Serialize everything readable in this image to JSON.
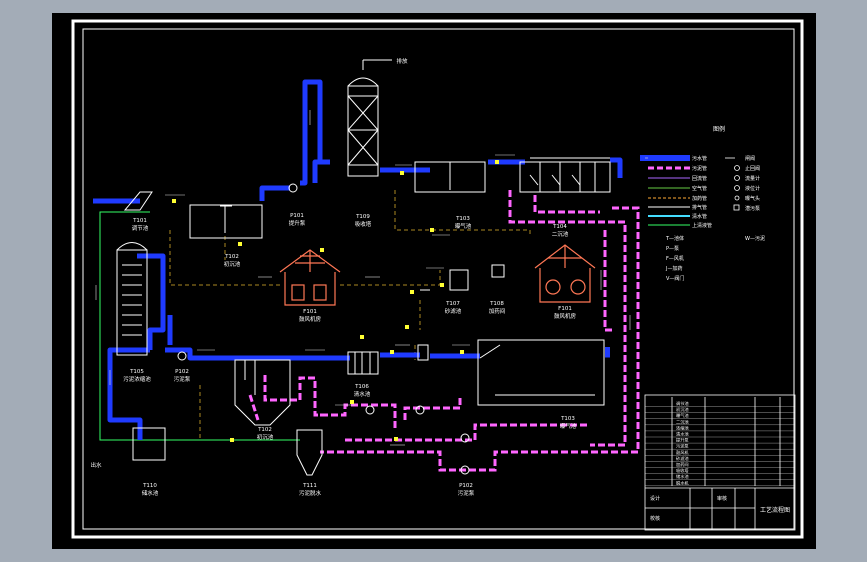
{
  "colors": {
    "background": "#a3acb7",
    "canvas": "#000000",
    "frame": "#ffffff",
    "water_pipe": "#1f3bff",
    "sludge_pipe": "#ff66ff",
    "air_pipe": "#00ff66",
    "chemical_pipe": "#ffaa33",
    "label": "#ffffff",
    "equipment": "#ffffff",
    "building": "#ff7755",
    "valve": "#ffff33"
  },
  "labels": {
    "exhaust": "排放",
    "right_tank_title": "图例",
    "drawing_title": "工艺流程图",
    "effluent": "出水"
  },
  "units": [
    {
      "code": "T101",
      "name": "调节池"
    },
    {
      "code": "T102",
      "name": "初沉池"
    },
    {
      "code": "T103",
      "name": "曝气池"
    },
    {
      "code": "T104",
      "name": "二沉池"
    },
    {
      "code": "T105",
      "name": "污泥浓缩池"
    },
    {
      "code": "T106",
      "name": "清水池"
    },
    {
      "code": "P101",
      "name": "提升泵"
    },
    {
      "code": "P102",
      "name": "污泥泵"
    },
    {
      "code": "F101",
      "name": "鼓风机房"
    },
    {
      "code": "T107",
      "name": "砂滤池"
    },
    {
      "code": "T108",
      "name": "加药间"
    },
    {
      "code": "T109",
      "name": "吸收塔"
    },
    {
      "code": "T110",
      "name": "储水池"
    },
    {
      "code": "T111",
      "name": "污泥脱水"
    }
  ],
  "legend": {
    "lines": [
      {
        "label": "污水管",
        "kind": "water"
      },
      {
        "label": "污泥管",
        "kind": "sludge"
      },
      {
        "label": "回流管",
        "kind": "sludge"
      },
      {
        "label": "空气管",
        "kind": "air"
      },
      {
        "label": "加药管",
        "kind": "chemical"
      },
      {
        "label": "排气管",
        "kind": "exhaust"
      },
      {
        "label": "清水管",
        "kind": "clean"
      },
      {
        "label": "上清液管",
        "kind": "air"
      }
    ],
    "symbols": [
      {
        "label": "闸阀"
      },
      {
        "label": "止回阀"
      },
      {
        "label": "流量计"
      },
      {
        "label": "液位计"
      },
      {
        "label": "曝气头"
      },
      {
        "label": "潜污泵"
      }
    ],
    "codes": [
      {
        "label": "T—池体"
      },
      {
        "label": "P—泵"
      },
      {
        "label": "F—风机"
      },
      {
        "label": "J—加药"
      },
      {
        "label": "V—阀门"
      },
      {
        "label": "W—污泥"
      }
    ]
  },
  "title_block": {
    "rows": [
      "调节池",
      "初沉池",
      "曝气池",
      "二沉池",
      "浓缩池",
      "清水池",
      "提升泵",
      "污泥泵",
      "鼓风机",
      "砂滤池",
      "加药间",
      "吸收塔",
      "储水池",
      "脱水机"
    ],
    "footer": [
      "设计",
      "校核",
      "审核"
    ]
  }
}
